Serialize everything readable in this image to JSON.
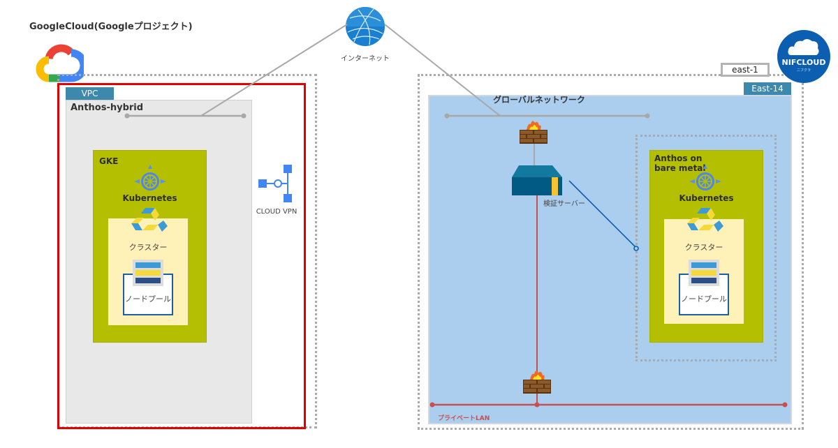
{
  "title": "GoogleCloud(Googleプロジェクト)",
  "internet": {
    "label": "インターネット",
    "icon": "globe-icon"
  },
  "google_cloud": {
    "logo_icon": "google-cloud-logo-icon",
    "vpc_tag": "VPC",
    "hybrid_label": "Anthos-hybrid",
    "gke": {
      "label": "GKE",
      "kubernetes_label": "Kubernetes",
      "cluster_label": "クラスター",
      "nodepool_label": "ノードプール"
    },
    "vpn": {
      "label": "CLOUD VPN",
      "icon": "cloud-vpn-icon"
    }
  },
  "nifcloud": {
    "logo_text": "NIFCLOUD",
    "logo_subtext": "ニフクラ",
    "zone_tag": "east-1",
    "region_tag": "East-14",
    "global_network_label": "グローバルネットワーク",
    "server_label": "検証サーバー",
    "private_lan_label": "プライベートLAN",
    "anthos_bm": {
      "label_line1": "Anthos on",
      "label_line2": "bare metal",
      "kubernetes_label": "Kubernetes",
      "cluster_label": "クラスター",
      "nodepool_label": "ノードプール"
    }
  },
  "colors": {
    "google_red": "#ea4335",
    "google_blue": "#4285f4",
    "google_yellow": "#fbbc04",
    "google_green": "#34a853",
    "highlight_red": "#e00000",
    "vpc_tag": "#3d88ad",
    "olive": "#b3bf00",
    "cream": "#fff2b8",
    "nifcloud_blue": "#0c5fb0",
    "private_lan": "#c94f4f",
    "vpc_area": "#abcdee"
  }
}
